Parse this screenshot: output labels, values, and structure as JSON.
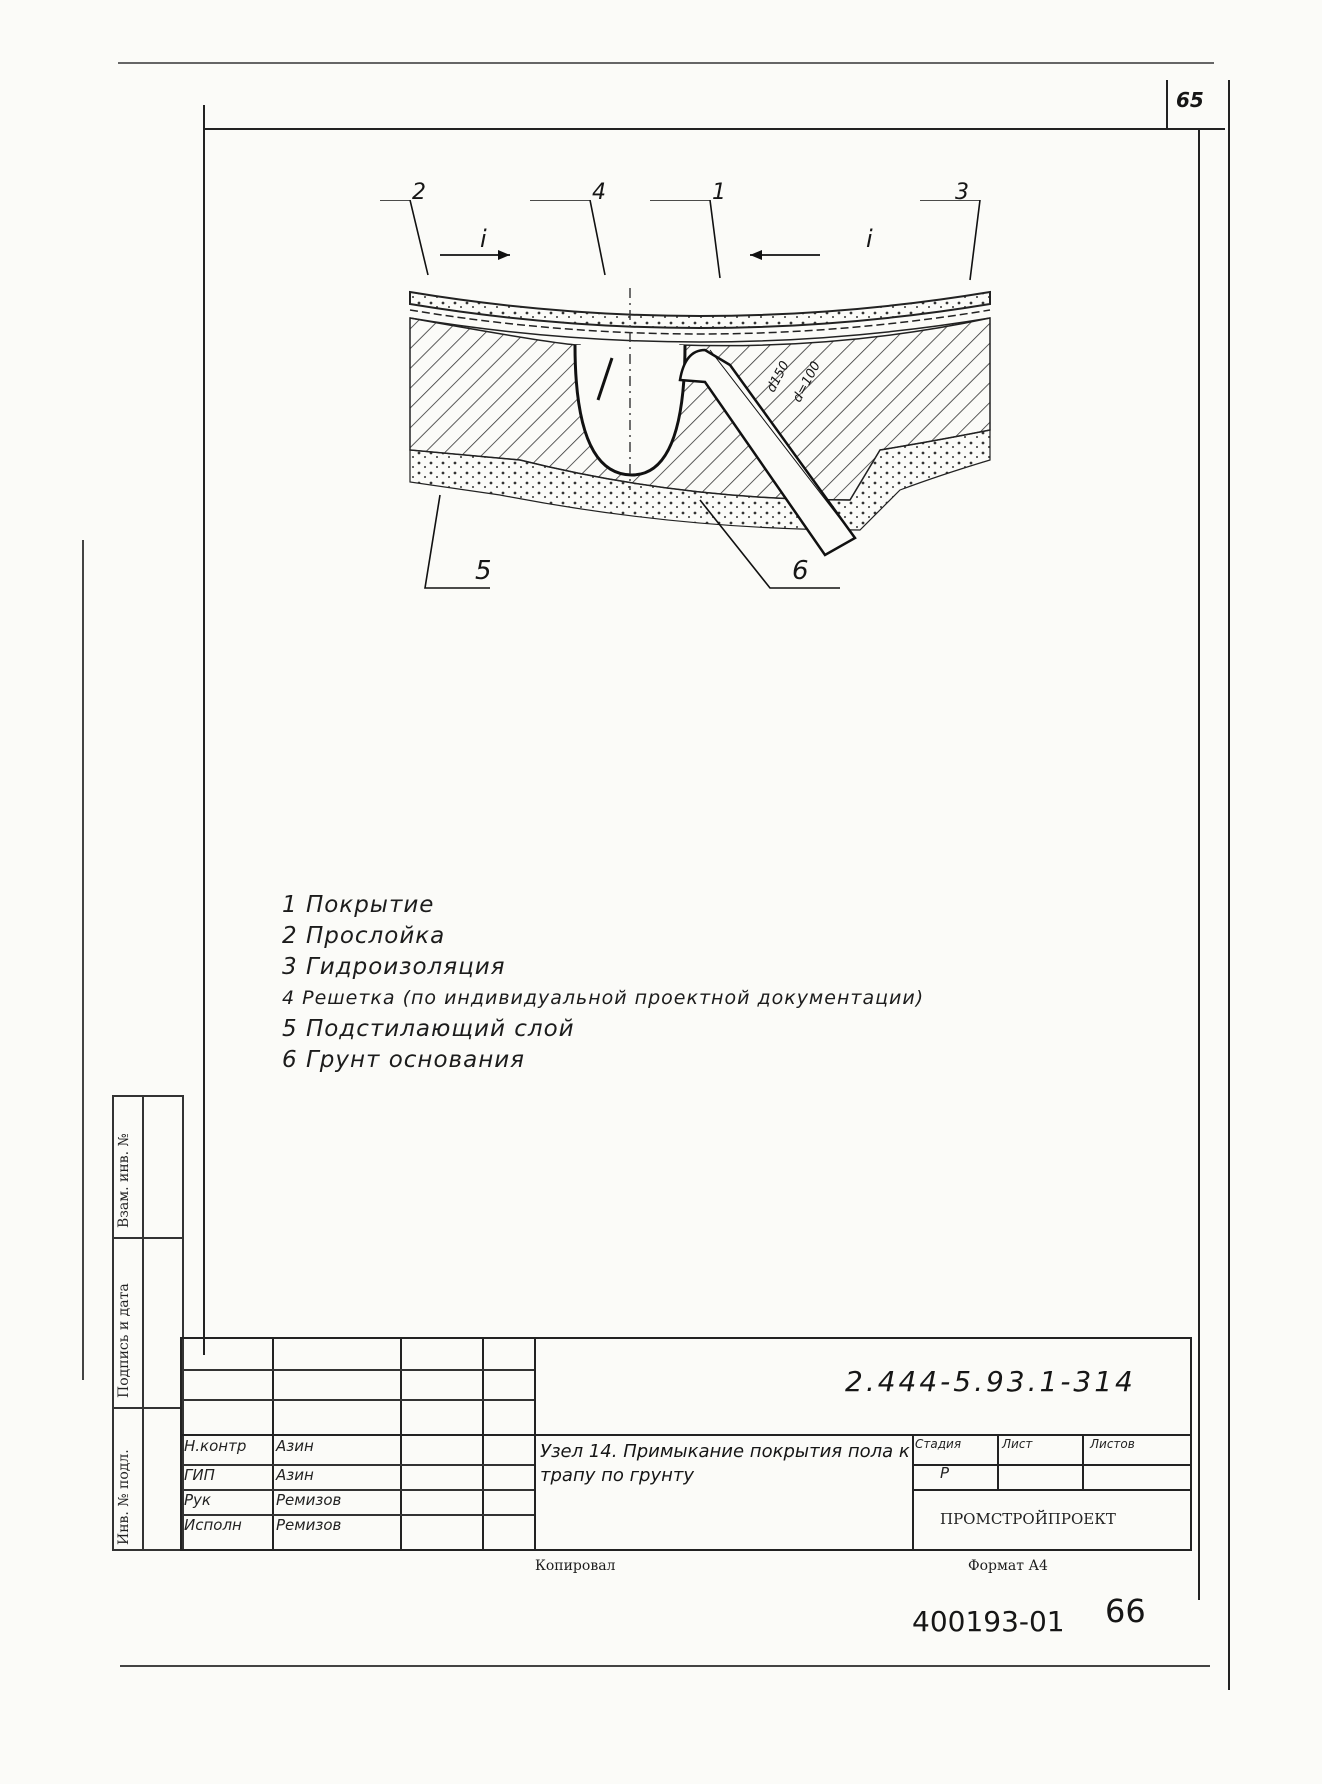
{
  "sheet": {
    "page_number_top": "65",
    "page_number_bottom": "66",
    "archive_code": "400193-01"
  },
  "drawing": {
    "callouts": [
      "2",
      "4",
      "1",
      "3",
      "5",
      "6"
    ],
    "slope_symbol": "i",
    "dim_d150": "d150",
    "dim_d100": "d=100"
  },
  "legend": [
    "1 Покрытие",
    "2 Прослойка",
    "3 Гидроизоляция",
    "4 Решетка (по индивидуальной проектной документации)",
    "5 Подстилающий слой",
    "6 Грунт основания"
  ],
  "side_stamp": {
    "inv_orig": "Инв. № подл.",
    "sign_date": "Подпись и дата",
    "inv_repl": "Взам. инв. №"
  },
  "title_block": {
    "designation": "2.444-5.93.1-314",
    "title": "Узел 14. Примыкание покрытия пола к трапу по грунту",
    "stage_label": "Стадия",
    "sheet_label": "Лист",
    "sheets_label": "Листов",
    "stage_value": "Р",
    "organization": "ПРОМСТРОЙПРОЕКТ",
    "signatures": [
      {
        "role": "Н.контр",
        "name": "Азин"
      },
      {
        "role": "ГИП",
        "name": "Азин"
      },
      {
        "role": "Рук",
        "name": "Ремизов"
      },
      {
        "role": "Исполн",
        "name": "Ремизов"
      }
    ],
    "footer_left": "Копировал",
    "footer_right": "Формат А4"
  }
}
